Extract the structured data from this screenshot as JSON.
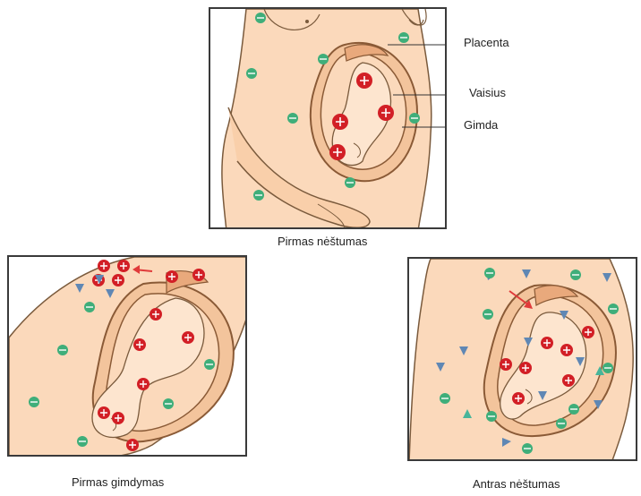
{
  "top_panel": {
    "caption": "Pirmas nėštumas",
    "labels": {
      "placenta": "Placenta",
      "fetus": "Vaisius",
      "uterus": "Gimda"
    }
  },
  "left_panel": {
    "caption": "Pirmas gimdymas"
  },
  "right_panel": {
    "caption": "Antras nėštumas"
  },
  "colors": {
    "skin": "#fbd9bb",
    "outline": "#7a5a3c",
    "rh_positive_cell": "#d21f26",
    "antibody_green": "#3fae7a",
    "antigen_blue": "#5f87b4",
    "antigen_teal": "#47b59a",
    "arrow_red": "#e03a3a"
  },
  "icons": [
    "rh-positive-cell-icon",
    "green-cell-icon",
    "blue-triangle-icon",
    "teal-triangle-icon",
    "red-arrow-icon"
  ]
}
